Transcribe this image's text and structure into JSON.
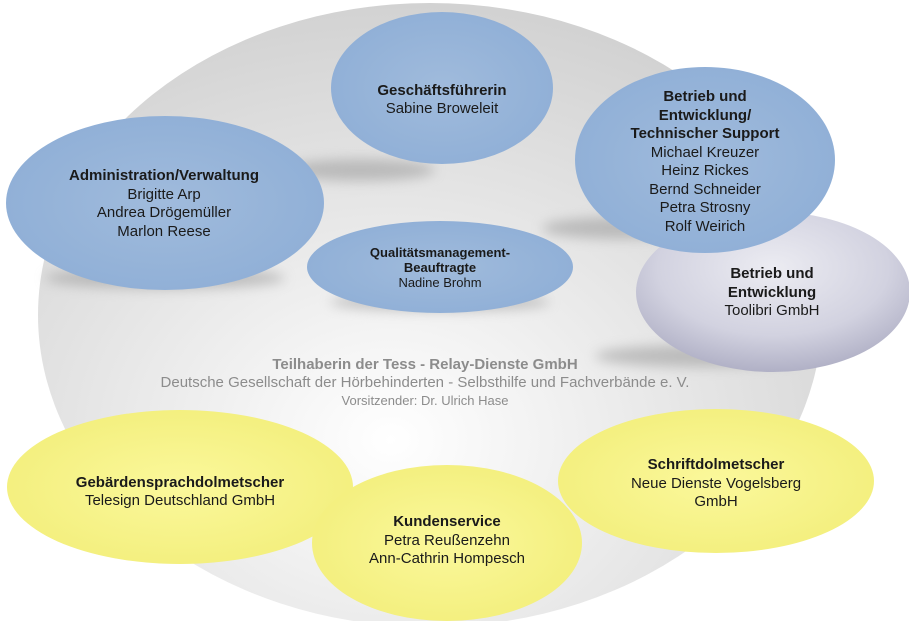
{
  "colors": {
    "blue_fill": "#95b3d7",
    "grey_fill": "#c9c9d9",
    "yellow_fill": "#f5f285",
    "background_ellipse": "#d8d8d8",
    "center_text": "#8c8c8c"
  },
  "center": {
    "title": "Teilhaberin der Tess - Relay-Dienste GmbH",
    "subtitle": "Deutsche Gesellschaft der Hörbehinderten - Selbsthilfe und Fachverbände e. V.",
    "chair": "Vorsitzender:  Dr. Ulrich Hase"
  },
  "nodes": [
    {
      "id": "geschaeftsfuehrerin",
      "color": "blue",
      "title": "Geschäftsführerin",
      "people": [
        "Sabine Broweleit"
      ]
    },
    {
      "id": "betrieb-technik",
      "color": "blue",
      "title": "Betrieb und\nEntwicklung/\nTechnischer Support",
      "people": [
        "Michael Kreuzer",
        "Heinz Rickes",
        "Bernd Schneider",
        "Petra Strosny",
        "Rolf Weirich"
      ]
    },
    {
      "id": "administration",
      "color": "blue",
      "title": "Administration/Verwaltung",
      "people": [
        "Brigitte Arp",
        "Andrea Drögemüller",
        "Marlon Reese"
      ]
    },
    {
      "id": "qualitaet",
      "color": "blue",
      "title": "Qualitätsmanagement-\nBeauftragte",
      "people": [
        "Nadine Brohm"
      ]
    },
    {
      "id": "toolibri",
      "color": "grey",
      "title": "Betrieb und\nEntwicklung",
      "people": [
        "Toolibri GmbH"
      ]
    },
    {
      "id": "gebaerden",
      "color": "yellow",
      "title": "Gebärdensprachdolmetscher",
      "people": [
        "Telesign Deutschland GmbH"
      ]
    },
    {
      "id": "schrift",
      "color": "yellow",
      "title": "Schriftdolmetscher",
      "people": [
        "Neue Dienste Vogelsberg",
        "GmbH"
      ]
    },
    {
      "id": "kunden",
      "color": "yellow",
      "title": "Kundenservice",
      "people": [
        "Petra Reußenzehn",
        "Ann-Cathrin Hompesch"
      ]
    }
  ]
}
